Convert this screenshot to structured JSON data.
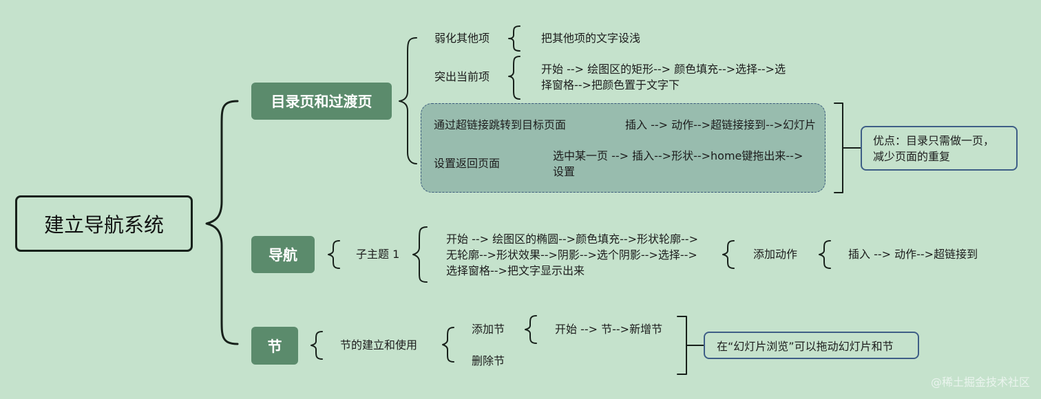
{
  "root": {
    "label": "建立导航系统"
  },
  "branches": {
    "toc": {
      "label": "目录页和过渡页",
      "items": [
        {
          "label": "弱化其他项",
          "detail": "把其他项的文字设浅"
        },
        {
          "label": "突出当前项",
          "detail_line1": "开始 --> 绘图区的矩形--> 颜色填充-->选择-->选",
          "detail_line2": "择窗格-->把颜色置于文字下"
        },
        {
          "label": "通过超链接跳转到目标页面",
          "detail": "插入 --> 动作-->超链接接到-->幻灯片"
        },
        {
          "label": "设置返回页面",
          "detail_line1": "选中某一页 --> 插入-->形状-->home键拖出来-->",
          "detail_line2": "设置"
        }
      ],
      "note_line1": "优点：目录只需做一页，",
      "note_line2": "减少页面的重复"
    },
    "nav": {
      "label": "导航",
      "subtopic": "子主题 1",
      "detail_line1": "开始 --> 绘图区的椭圆-->颜色填充-->形状轮廓-->",
      "detail_line2": "无轮廓-->形状效果-->阴影-->选个阴影-->选择-->",
      "detail_line3": "选择窗格-->把文字显示出来",
      "action": "添加动作",
      "action_detail": "插入 --> 动作-->超链接到"
    },
    "section": {
      "label": "节",
      "sub": "节的建立和使用",
      "add": "添加节",
      "add_detail": "开始 --> 节-->新增节",
      "delete": "删除节",
      "note": "在“幻灯片浏览”可以拖动幻灯片和节"
    }
  },
  "watermark": "@稀土掘金技术社区",
  "colors": {
    "background": "#c5e2cc",
    "green_node": "#5b8b6c",
    "dashed_group_fill": "#98bcae",
    "note_border": "#3e5e86",
    "line": "#17201a"
  }
}
